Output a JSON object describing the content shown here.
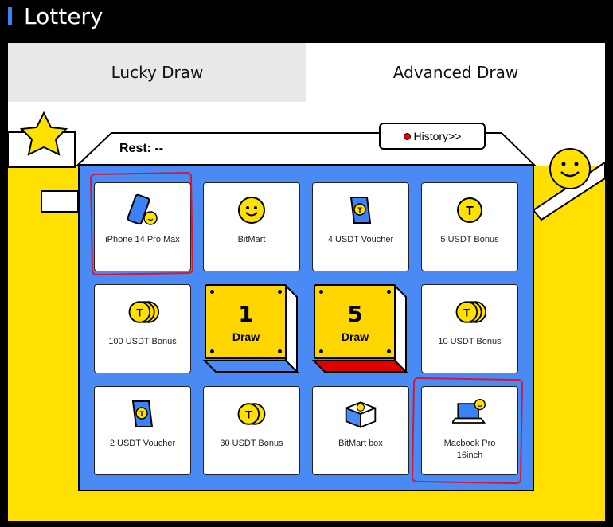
{
  "header": {
    "title": "Lottery",
    "accent_color": "#3b82f6"
  },
  "tabs": [
    {
      "label": "Lucky Draw",
      "active": false
    },
    {
      "label": "Advanced Draw",
      "active": true
    }
  ],
  "machine": {
    "rest_label": "Rest: --",
    "history_label": "History>>",
    "background_color": "#4a8af4",
    "floor_color": "#ffe000"
  },
  "prizes": [
    {
      "label": "iPhone 14 Pro Max",
      "icon": "iphone-icon"
    },
    {
      "label": "BitMart",
      "icon": "smiley-coin-icon"
    },
    {
      "label": "4 USDT Voucher",
      "icon": "voucher-icon"
    },
    {
      "label": "5 USDT Bonus",
      "icon": "usdt-coin-icon"
    },
    {
      "label": "100 USDT Bonus",
      "icon": "usdt-coin-stack-icon"
    },
    {
      "label": "10 USDT Bonus",
      "icon": "usdt-coin-stack-icon"
    },
    {
      "label": "2 USDT Voucher",
      "icon": "voucher-icon"
    },
    {
      "label": "30 USDT Bonus",
      "icon": "usdt-coin-stack-icon"
    },
    {
      "label": "BitMart box",
      "icon": "gift-box-icon"
    },
    {
      "label": "Macbook Pro 16inch",
      "icon": "macbook-icon"
    }
  ],
  "draw_buttons": [
    {
      "number": "1",
      "label": "Draw",
      "base_color": "#4a8af4"
    },
    {
      "number": "5",
      "label": "Draw",
      "base_color": "#e00000"
    }
  ]
}
